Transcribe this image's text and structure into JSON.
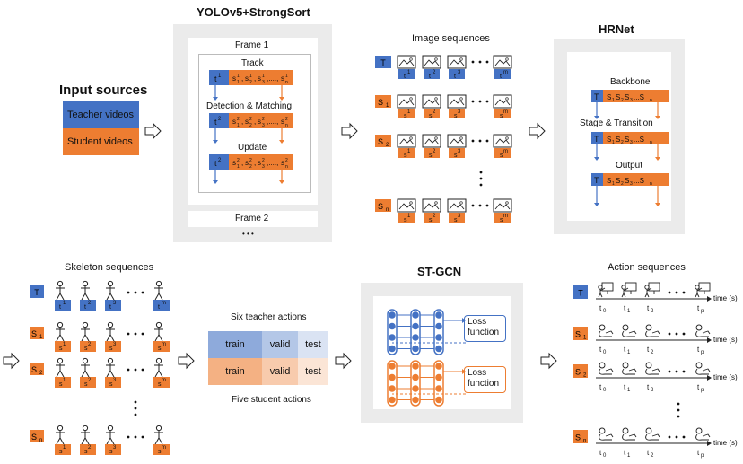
{
  "colors": {
    "blue": "#4472c4",
    "orange": "#ed7d31",
    "panel": "#ebebeb",
    "train_blue": "#8eaadb",
    "valid_blue": "#b4c7e7",
    "test_blue": "#dae3f3",
    "train_orange": "#f4b183",
    "valid_orange": "#f8cbad",
    "test_orange": "#fbe5d6"
  },
  "input": {
    "title": "Input sources",
    "teacher": "Teacher videos",
    "student": "Student videos"
  },
  "yolo": {
    "title": "YOLOv5+StrongSort",
    "frame1": "Frame 1",
    "track": "Track",
    "detect": "Detection & Matching",
    "update": "Update",
    "frame2": "Frame 2",
    "dots": "• • •"
  },
  "images": {
    "title": "Image sequences"
  },
  "hrnet": {
    "title": "HRNet",
    "backbone": "Backbone",
    "stage": "Stage & Transition",
    "output": "Output"
  },
  "skeleton": {
    "title": "Skeleton sequences"
  },
  "split": {
    "teacher_title": "Six teacher actions",
    "student_title": "Five student actions",
    "train": "train",
    "valid": "valid",
    "test": "test"
  },
  "stgcn": {
    "title": "ST-GCN",
    "loss1": "Loss function",
    "loss2": "Loss function"
  },
  "actions": {
    "title": "Action sequences",
    "time": "time (s)"
  },
  "labels": {
    "T": "T",
    "S1": "S",
    "S2": "S",
    "Sn": "S"
  }
}
